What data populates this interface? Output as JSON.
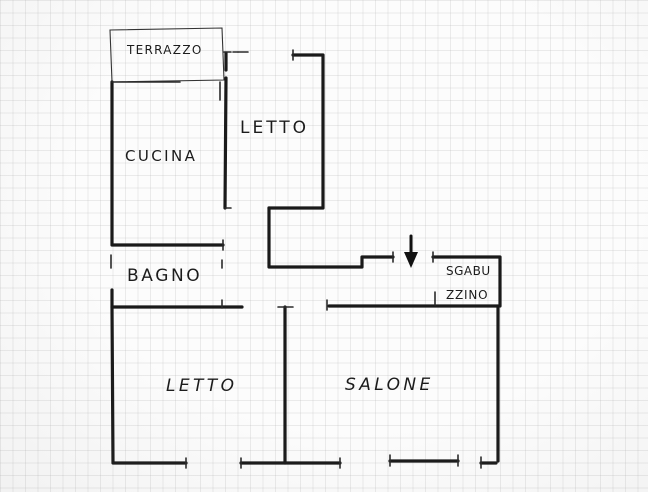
{
  "rooms": {
    "terrazzo": "TERRAZZO",
    "letto_top": "LETTO",
    "cucina": "CUCINA",
    "bagno": "BAGNO",
    "sgabuzzino_line1": "SGABU",
    "sgabuzzino_line2": "ZZINO",
    "letto_bottom": "LETTO",
    "salone": "SALONE"
  },
  "icons": {
    "entrance_arrow": "arrow-down-icon"
  },
  "colors": {
    "ink": "#1a1a1a",
    "paper": "#fcfcfc",
    "grid": "#aaaaaa"
  }
}
